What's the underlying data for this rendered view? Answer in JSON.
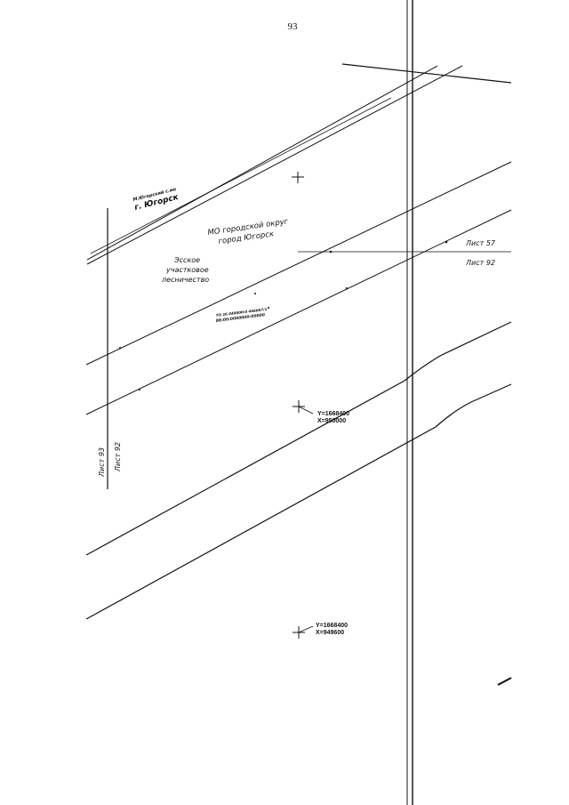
{
  "page_number": "93",
  "labels": {
    "town_small": "М.Югорский с.мо",
    "town": "г. Югорск",
    "mo_line1": "МО городской округ",
    "mo_line2": "город Югорск",
    "forest_line1": "Эсское",
    "forest_line2": "участковое",
    "forest_line3": "лесничество",
    "parcel_line1": "ТО 26 040000:0 466667/1",
    "parcel_line2": "86:00:0000000:00000",
    "sheet_57": "Лист 57",
    "sheet_92_right": "Лист 92",
    "sheet_93_left": "Лист 93",
    "sheet_92_left": "Лист 92"
  },
  "coordinates": [
    {
      "y": "Y=1668400",
      "x": "X=950000"
    },
    {
      "y": "Y=1668400",
      "x": "X=949600"
    }
  ]
}
